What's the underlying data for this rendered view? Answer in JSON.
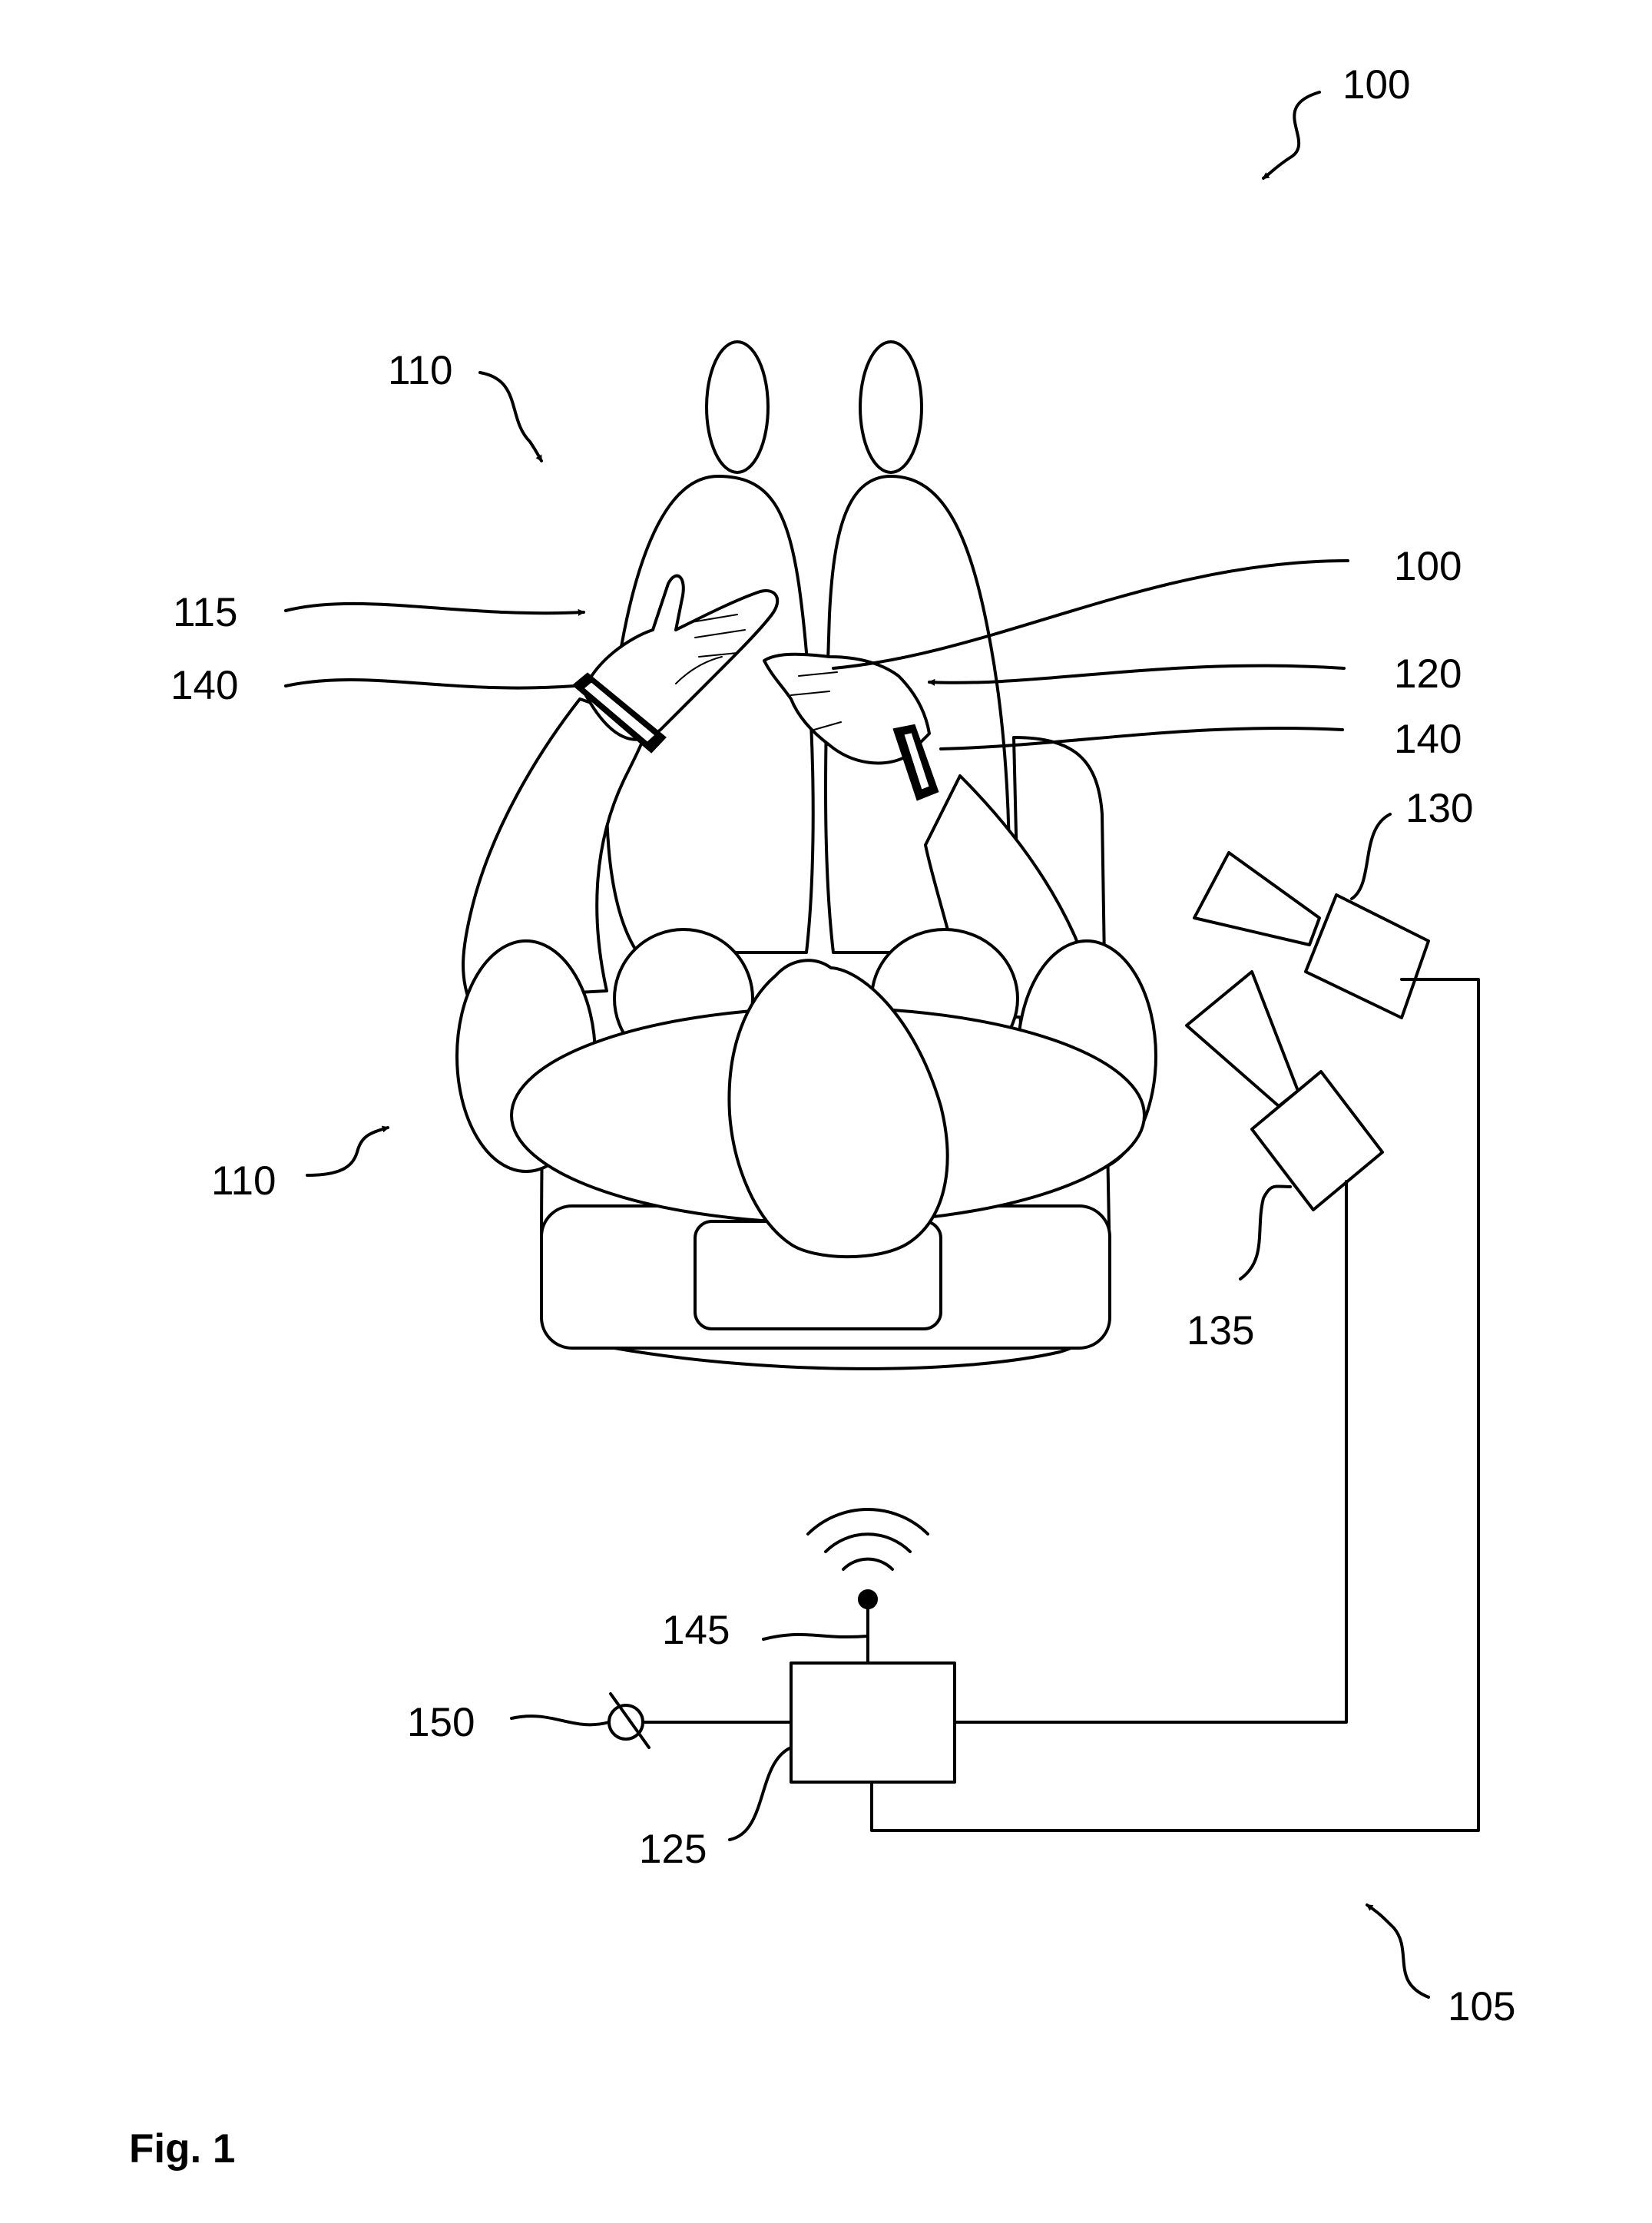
{
  "figure": {
    "caption": "Fig. 1",
    "labels": {
      "ref_100_top": "100",
      "ref_110_top": "110",
      "ref_115": "115",
      "ref_140_left": "140",
      "ref_100_right": "100",
      "ref_120": "120",
      "ref_140_right": "140",
      "ref_130": "130",
      "ref_110_left": "110",
      "ref_135": "135",
      "ref_145": "145",
      "ref_150": "150",
      "ref_125": "125",
      "ref_105": "105"
    }
  }
}
